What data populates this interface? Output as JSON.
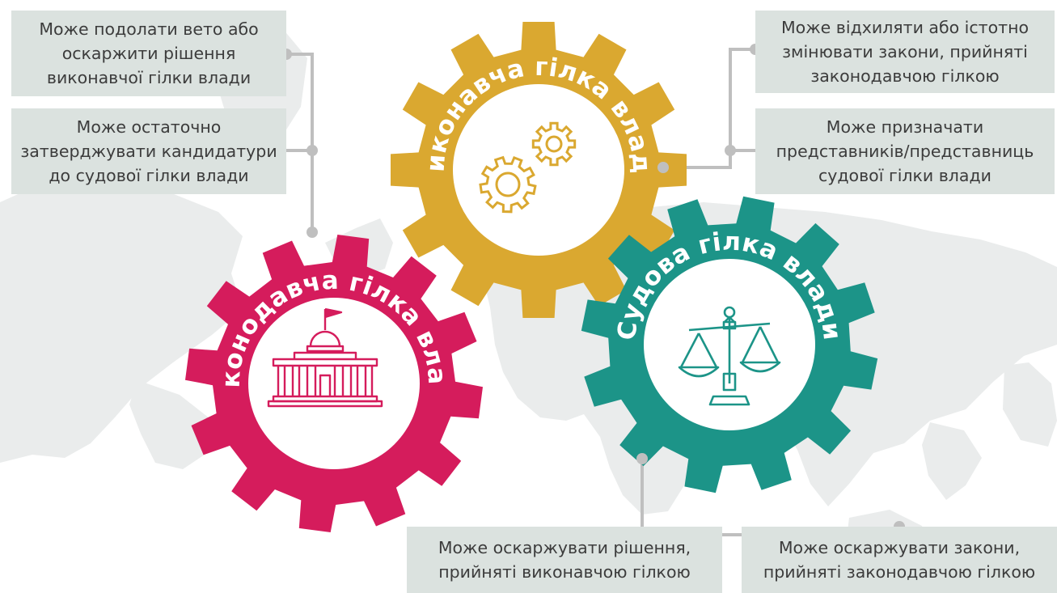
{
  "colors": {
    "legislative": "#d51c5c",
    "executive": "#daa830",
    "judicial": "#1c9488",
    "label_bg": "#dbe2df",
    "map": "#eaecec",
    "connector": "#bfbfbf"
  },
  "gears": {
    "legislative": {
      "title": "Законодавча гілка влади",
      "icon": "parliament-building-icon"
    },
    "executive": {
      "title": "Виконавча гілка влади",
      "icon": "gears-icon"
    },
    "judicial": {
      "title": "Судова гілка влади",
      "icon": "scales-of-justice-icon"
    }
  },
  "labels": {
    "veto": "Може подолати вето або\nоскаржити рішення\nвиконавчої гілки влади",
    "confirm": "Може остаточно\nзатверджувати кандидатури\nдо судової гілки влади",
    "reject": "Може відхиляти або істотно\nзмінювати закони, прийняті\nзаконодавчою гілкою",
    "appoint": "Може призначати\nпредставників/представниць\nсудової гілки влади",
    "challenge_exec": "Може оскаржувати рішення,\nприйняті виконавчою гілкою",
    "challenge_laws": "Може оскаржувати закони,\nприйняті законодавчою гілкою"
  }
}
